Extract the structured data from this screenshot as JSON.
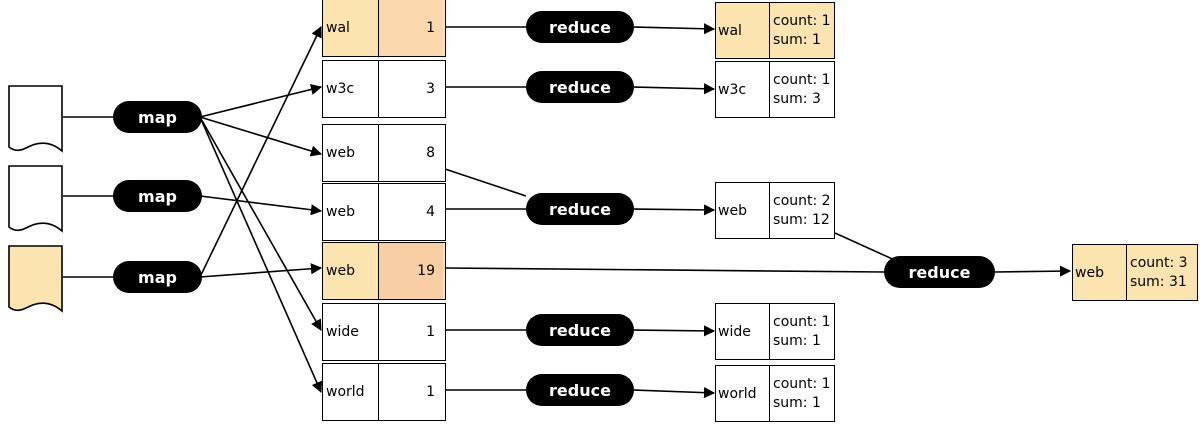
{
  "colors": {
    "highlight": "#fce4b0",
    "highlight_value": "#fbd9ad",
    "pill": "#000000"
  },
  "docs": [
    {
      "highlighted": false
    },
    {
      "highlighted": false
    },
    {
      "highlighted": true
    }
  ],
  "map_label": "map",
  "reduce_label": "reduce",
  "pairs": [
    {
      "key": "wal",
      "value": "1",
      "highlighted": true
    },
    {
      "key": "w3c",
      "value": "3",
      "highlighted": false
    },
    {
      "key": "web",
      "value": "8",
      "highlighted": false
    },
    {
      "key": "web",
      "value": "4",
      "highlighted": false
    },
    {
      "key": "web",
      "value": "19",
      "highlighted": true
    },
    {
      "key": "wide",
      "value": "1",
      "highlighted": false
    },
    {
      "key": "world",
      "value": "1",
      "highlighted": false
    }
  ],
  "results": [
    {
      "key": "wal",
      "count": "count: 1",
      "sum": "sum: 1",
      "highlighted": true
    },
    {
      "key": "w3c",
      "count": "count: 1",
      "sum": "sum: 3",
      "highlighted": false
    },
    {
      "key": "web",
      "count": "count: 2",
      "sum": "sum: 12",
      "highlighted": false
    },
    {
      "key": "wide",
      "count": "count: 1",
      "sum": "sum: 1",
      "highlighted": false
    },
    {
      "key": "world",
      "count": "count: 1",
      "sum": "sum: 1",
      "highlighted": false
    }
  ],
  "final": {
    "key": "web",
    "count": "count: 3",
    "sum": "sum: 31",
    "highlighted": true
  }
}
